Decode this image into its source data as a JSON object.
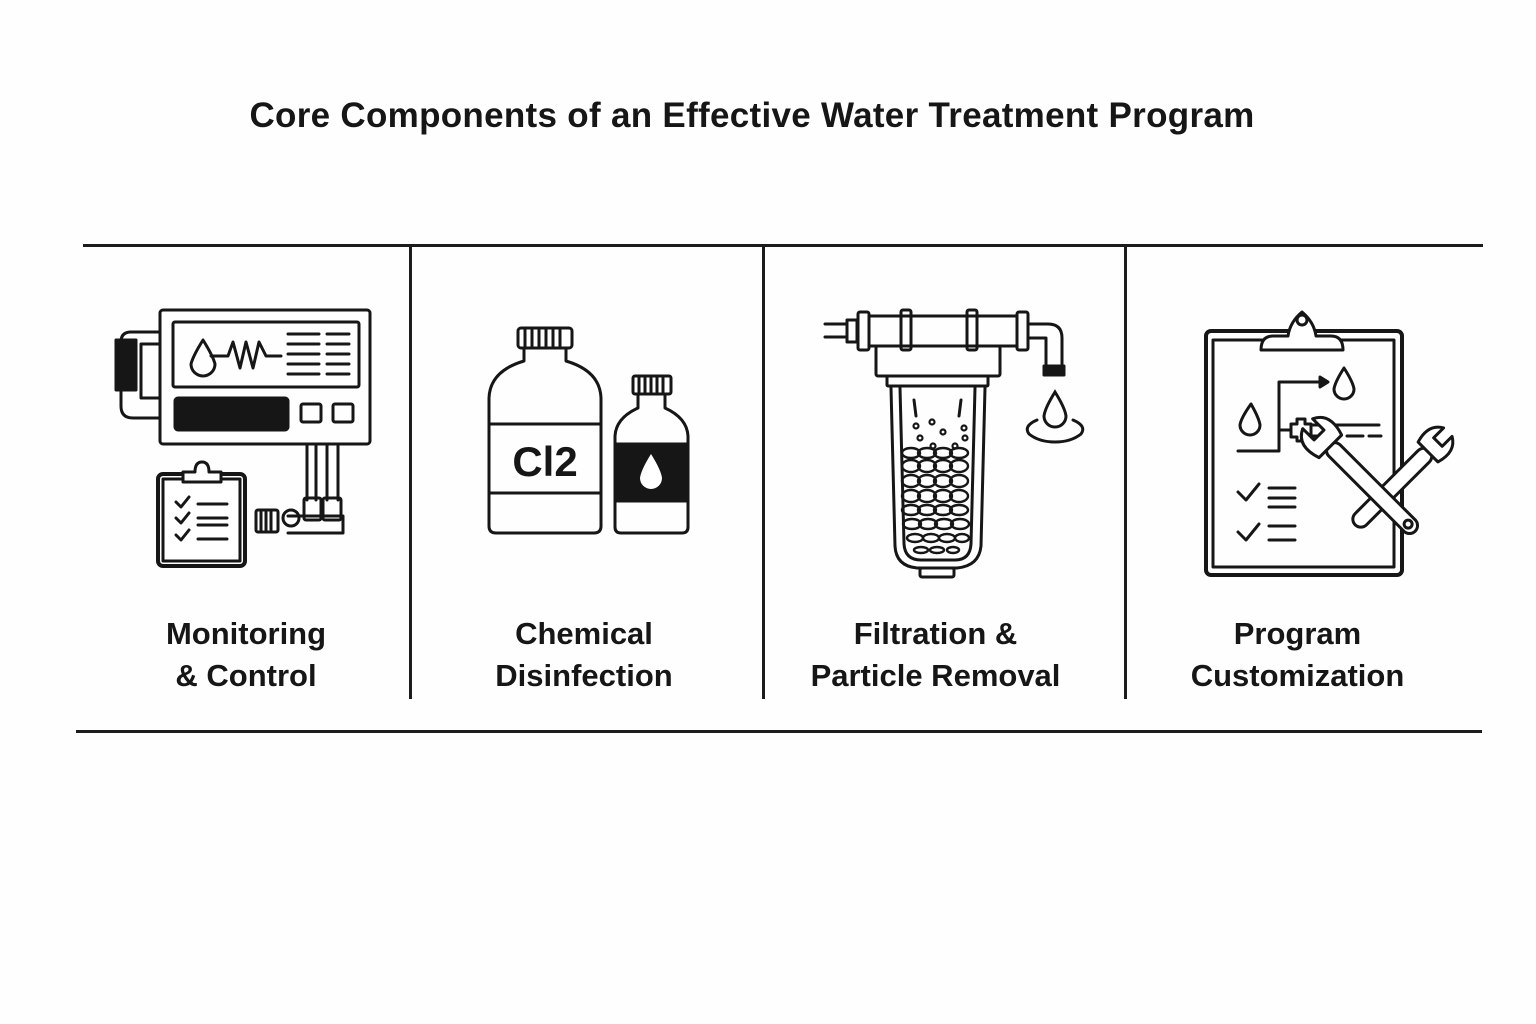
{
  "title": "Core Components of an Effective Water Treatment Program",
  "components": [
    {
      "id": "monitoring",
      "label_line1": "Monitoring",
      "label_line2": "& Control",
      "icon": "monitoring-controller-icon"
    },
    {
      "id": "chemical",
      "label_line1": "Chemical",
      "label_line2": "Disinfection",
      "icon": "chemical-bottles-icon",
      "bottle_label": "Cl2"
    },
    {
      "id": "filtration",
      "label_line1": "Filtration &",
      "label_line2": "Particle Removal",
      "icon": "water-filter-icon"
    },
    {
      "id": "customization",
      "label_line1": "Program",
      "label_line2": "Customization",
      "icon": "clipboard-wrench-icon"
    }
  ],
  "colors": {
    "ink": "#161616",
    "background": "#fefefe"
  }
}
